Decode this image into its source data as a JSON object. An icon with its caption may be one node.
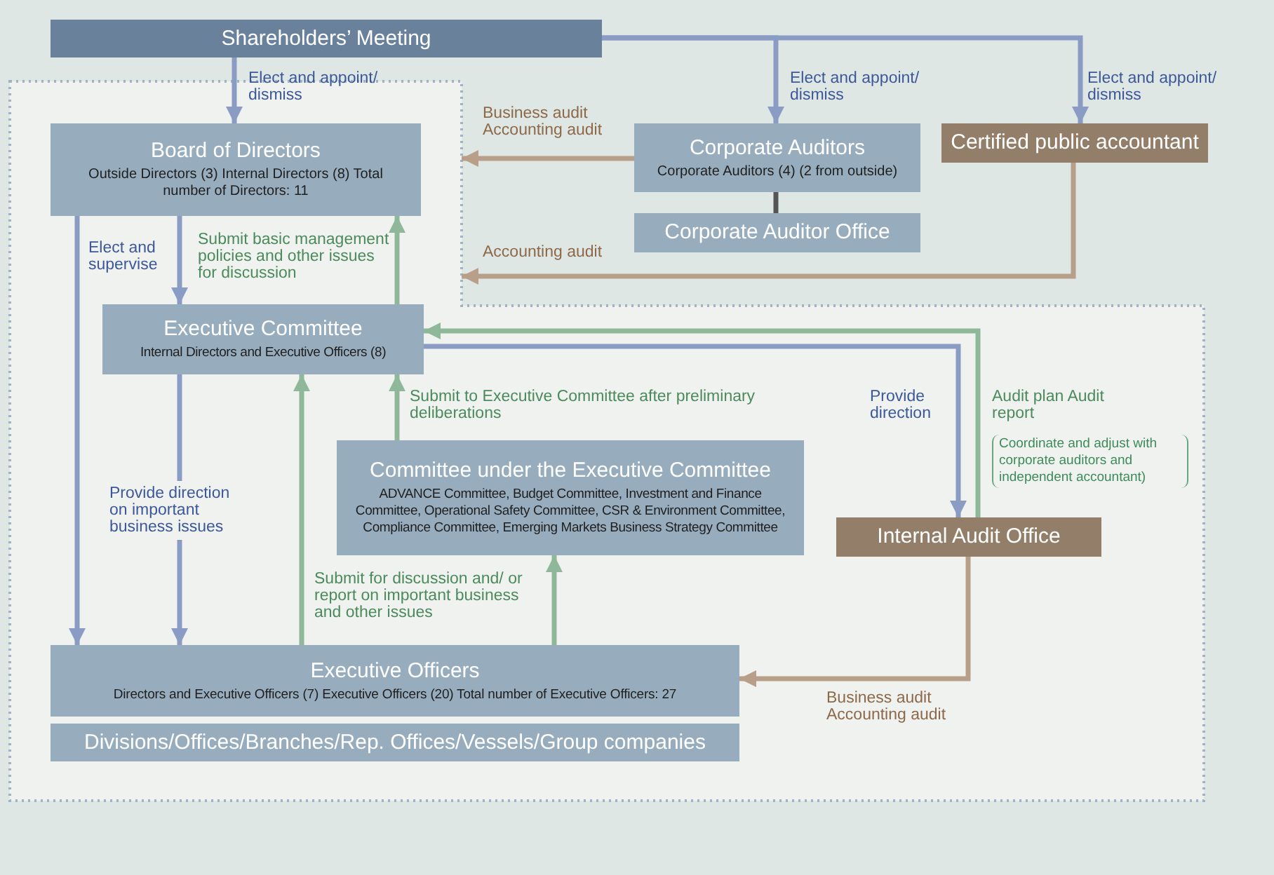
{
  "diagram": {
    "nodes": [
      {
        "text": [
          "Shareholders’ Meeting"
        ]
      },
      {
        "text": [],
        "shape": "box"
      },
      {
        "text": [
          "Board of Directors",
          "Outside Directors (3) Internal Directors (8) Total number of Directors: 11"
        ],
        "in": 1
      },
      {
        "text": [
          "Corporate Auditors",
          "Corporate Auditors (4) (2 from outside)"
        ]
      },
      {
        "text": [
          "Corporate Auditor Office"
        ]
      },
      {
        "text": [
          "Certified public accountant"
        ]
      },
      {
        "text": [
          "Executive Committee",
          "Internal Directors and Executive Officers (8)"
        ],
        "in": 1
      },
      {
        "text": [
          "Committee under the Executive Committee",
          "ADVANCE Committee, Budget Committee, Investment and Finance Committee, Operational Safety Committee, CSR & Environment Committee, Compliance Committee, Emerging Markets Business Strategy Committee"
        ],
        "in": 1
      },
      {
        "text": [
          "Internal Audit Office"
        ],
        "in": 1
      },
      {
        "text": [
          "Executive Officers",
          "Directors and Executive Officers (7) Executive Officers (20) Total number of Executive Officers: 27"
        ],
        "in": 1
      },
      {
        "text": [
          "Divisions/Offices/Branches/Rep. Offices/Vessels/Group companies"
        ],
        "in": 1
      }
    ],
    "edges": [
      {
        "from": 0,
        "to": 2,
        "arrow": "to",
        "label": "Elect and appoint/ dismiss"
      },
      {
        "from": 0,
        "to": 3,
        "arrow": "to",
        "label": "Elect and appoint/ dismiss"
      },
      {
        "from": 0,
        "to": 5,
        "arrow": "to",
        "label": "Elect and appoint/ dismiss"
      },
      {
        "from": 3,
        "to": 1,
        "arrow": "to",
        "label": "Business audit Accounting audit",
        "color": "#b89f8a"
      },
      {
        "from": 5,
        "to": 1,
        "arrow": "to",
        "label": "Accounting audit",
        "color": "#b89f8a"
      },
      {
        "from": 3,
        "to": 4,
        "arrow": "none",
        "color": "#555555"
      },
      {
        "from": 2,
        "to": 6,
        "arrow": "to",
        "label": "Elect and supervise"
      },
      {
        "from": 6,
        "to": 2,
        "arrow": "to",
        "label": "Submit basic management policies and other issues for discussion",
        "color": "#8fb89a"
      },
      {
        "from": 2,
        "to": 9,
        "arrow": "to"
      },
      {
        "from": 6,
        "to": 9,
        "arrow": "to",
        "label": "Provide direction on important business issues"
      },
      {
        "from": 9,
        "to": 6,
        "arrow": "to",
        "label": "Submit for discussion and/ or report on important business and other issues",
        "color": "#8fb89a"
      },
      {
        "from": 7,
        "to": 6,
        "arrow": "to",
        "label": "Submit to Executive Committee after preliminary deliberations",
        "color": "#8fb89a"
      },
      {
        "from": 9,
        "to": 7,
        "arrow": "to",
        "color": "#8fb89a"
      },
      {
        "from": 6,
        "to": 8,
        "arrow": "to",
        "label": "Provide direction"
      },
      {
        "from": 8,
        "to": 6,
        "arrow": "to",
        "label": "Audit plan Audit report",
        "color": "#8fb89a"
      },
      {
        "from": 8,
        "to": 9,
        "arrow": "to",
        "label": "Business audit Accounting audit",
        "color": "#b89f8a"
      }
    ],
    "labels": [
      "Coordinate and adjust with corporate auditors and independent accountant)"
    ]
  }
}
